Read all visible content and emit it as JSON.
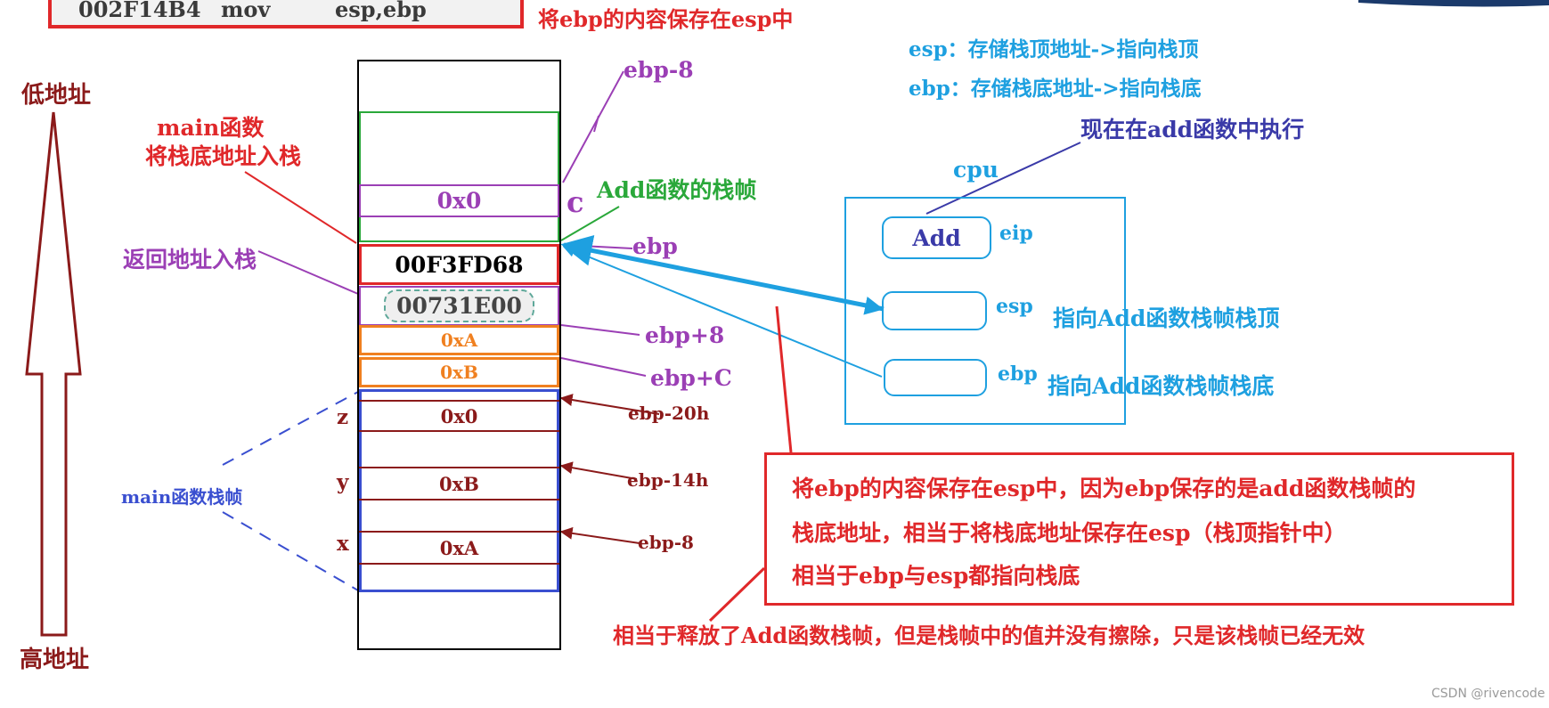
{
  "top_instruction": {
    "addr": "002F14B4",
    "op": "mov",
    "args": "esp,ebp"
  },
  "top_caption": "将ebp的内容保存在esp中",
  "reg_notes": {
    "esp": "esp：存储栈顶地址->指向栈顶",
    "ebp": "ebp：存储栈底地址->指向栈底"
  },
  "low_addr": "低地址",
  "high_addr": "高地址",
  "labels": {
    "main_push_l1": "main函数",
    "main_push_l2": "将栈底地址入栈",
    "ret_push": "返回地址入栈",
    "main_frame": "main函数栈帧",
    "add_frame": "Add函数的栈帧",
    "now_exec": "现在在add函数中执行",
    "cpu": "cpu",
    "c_var": "c",
    "z": "z",
    "y": "y",
    "x": "x"
  },
  "offsets": {
    "ebp_m8_top": "ebp-8",
    "ebp": "ebp",
    "ebp_p8": "ebp+8",
    "ebp_pc": "ebp+C",
    "ebp_m20h": "ebp-20h",
    "ebp_m14h": "ebp-14h",
    "ebp_m8_bottom": "ebp-8"
  },
  "stack_cells": {
    "c_val": "0x0",
    "saved_ebp": "00F3FD68",
    "ret_addr": "00731E00",
    "arg_a": "0xA",
    "arg_b": "0xB",
    "z_val": "0x0",
    "y_val": "0xB",
    "x_val": "0xA"
  },
  "cpu_box": {
    "eip_value": "Add",
    "eip_label": "eip",
    "esp_label": "esp",
    "ebp_label": "ebp",
    "esp_desc": "指向Add函数栈帧栈顶",
    "ebp_desc": "指向Add函数栈帧栈底"
  },
  "explanation": {
    "line1": "将ebp的内容保存在esp中，因为ebp保存的是add函数栈帧的",
    "line2": "栈底地址，相当于将栈底地址保存在esp（栈顶指针中）",
    "line3": "相当于ebp与esp都指向栈底"
  },
  "bottom_note": "相当于释放了Add函数栈帧，但是栈帧中的值并没有擦除，只是该栈帧已经无效",
  "watermark": "CSDN @rivencode"
}
